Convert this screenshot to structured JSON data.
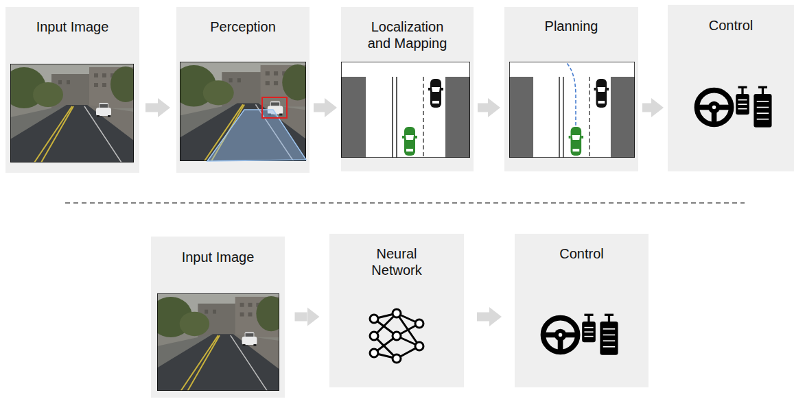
{
  "diagram": {
    "nodes": [
      {
        "text": [
          "Input Image"
        ]
      },
      {
        "text": [
          "Perception"
        ]
      },
      {
        "text": [
          "Localization and Mapping"
        ]
      },
      {
        "text": [
          "Planning"
        ]
      },
      {
        "text": [
          "Control"
        ]
      },
      {
        "text": [
          "Input Image"
        ]
      },
      {
        "text": [
          "Neural Network"
        ]
      },
      {
        "text": [
          "Control"
        ]
      }
    ],
    "edges": [
      {
        "from": 0,
        "to": 1,
        "arrow": "to"
      },
      {
        "from": 1,
        "to": 2,
        "arrow": "to"
      },
      {
        "from": 2,
        "to": 3,
        "arrow": "to"
      },
      {
        "from": 3,
        "to": 4,
        "arrow": "to"
      },
      {
        "from": 5,
        "to": 6,
        "arrow": "to"
      },
      {
        "from": 6,
        "to": 7,
        "arrow": "to"
      }
    ]
  }
}
